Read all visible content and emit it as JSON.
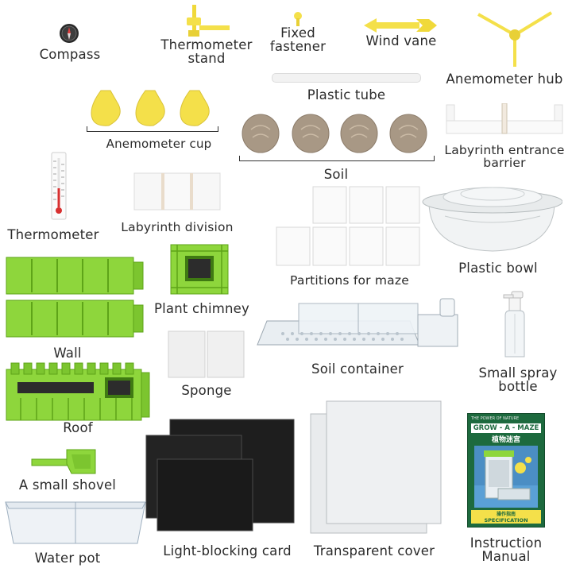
{
  "colors": {
    "green": "#8ed63c",
    "green_dark": "#5ea418",
    "yellow": "#f4e04a",
    "black_card": "#1c1c1c",
    "soil": "#a89885"
  },
  "parts": {
    "compass": "Compass",
    "thermometer_stand": [
      "Thermometer",
      "stand"
    ],
    "fixed_fastener": [
      "Fixed",
      "fastener"
    ],
    "wind_vane": "Wind vane",
    "anemometer_hub": "Anemometer hub",
    "plastic_tube": "Plastic tube",
    "anemometer_cup": "Anemometer cup",
    "soil": "Soil",
    "labyrinth_entrance_barrier": [
      "Labyrinth entrance",
      "barrier"
    ],
    "thermometer": "Thermometer",
    "labyrinth_division": "Labyrinth division",
    "partitions_for_maze": "Partitions for maze",
    "plastic_bowl": "Plastic bowl",
    "plant_chimney": "Plant chimney",
    "wall": "Wall",
    "soil_container": "Soil container",
    "small_spray_bottle": [
      "Small spray",
      "bottle"
    ],
    "sponge": "Sponge",
    "roof": "Roof",
    "a_small_shovel": "A small shovel",
    "water_pot": "Water pot",
    "light_blocking_card": "Light-blocking card",
    "transparent_cover": "Transparent cover",
    "instruction_manual": [
      "Instruction",
      "Manual"
    ]
  },
  "manual": {
    "top_text": "THE POWER OF NATURE",
    "title": "GROW - A - MAZE",
    "subtitle": "植物迷宫",
    "footer_cn": "操作指南",
    "footer_en": "SPECIFICATION"
  }
}
